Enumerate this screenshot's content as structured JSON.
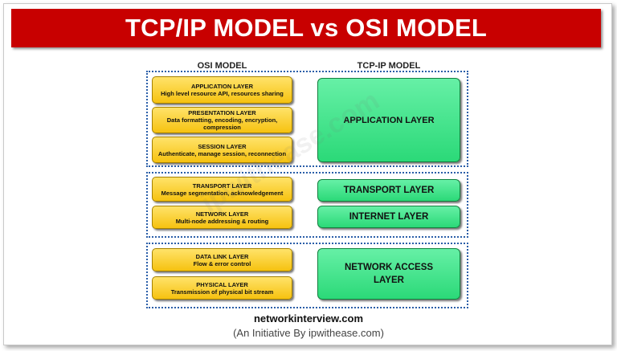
{
  "title": "TCP/IP MODEL vs OSI MODEL",
  "colors": {
    "banner": "#c80000",
    "osi_layer": "#f6c210",
    "tcpip_layer": "#2bd978",
    "group_border": "#2a5ea8"
  },
  "headers": {
    "osi": "OSI MODEL",
    "tcpip": "TCP-IP MODEL"
  },
  "osi_layers": [
    {
      "name": "APPLICATION LAYER",
      "desc": "High level resource API, resources sharing"
    },
    {
      "name": "PRESENTATION LAYER",
      "desc": "Data formatting, encoding, encryption, compression"
    },
    {
      "name": "SESSION LAYER",
      "desc": "Authenticate, manage session, reconnection"
    },
    {
      "name": "TRANSPORT LAYER",
      "desc": "Message segmentation, acknowledgement"
    },
    {
      "name": "NETWORK LAYER",
      "desc": "Multi-node addressing & routing"
    },
    {
      "name": "DATA LINK LAYER",
      "desc": "Flow & error control"
    },
    {
      "name": "PHYSICAL LAYER",
      "desc": "Transmission of physical bit stream"
    }
  ],
  "tcpip_layers": [
    {
      "name": "APPLICATION LAYER"
    },
    {
      "name": "TRANSPORT LAYER"
    },
    {
      "name": "INTERNET LAYER"
    },
    {
      "name": "NETWORK ACCESS LAYER"
    }
  ],
  "watermark": "ipwithease.com",
  "footer": {
    "site": "networkinterview.com",
    "tagline": "(An Initiative By ipwithease.com)"
  }
}
